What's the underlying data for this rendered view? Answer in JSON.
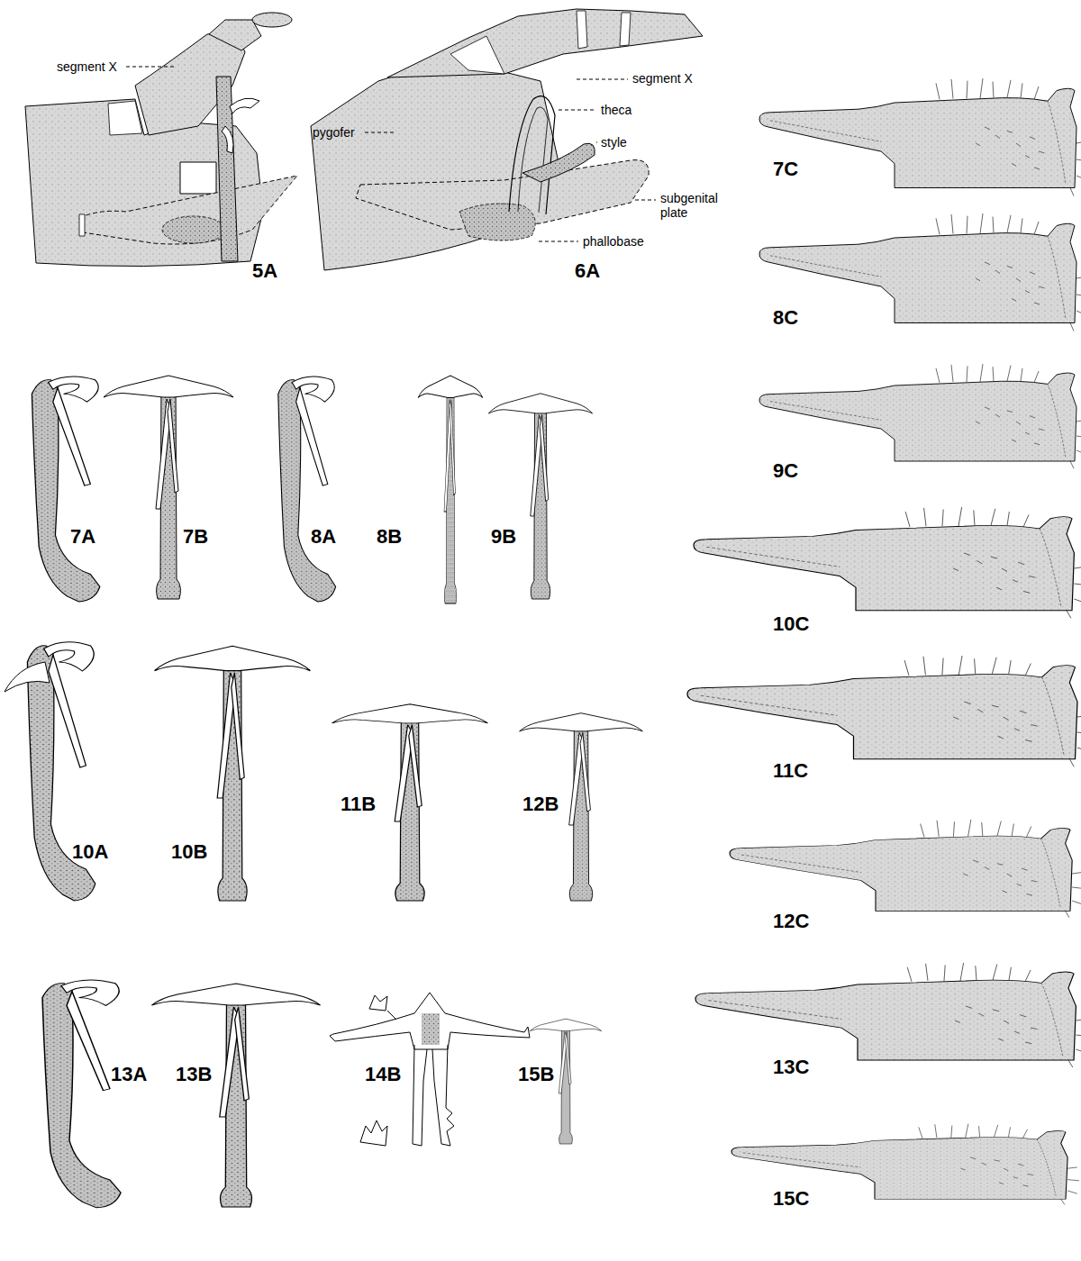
{
  "diagram": {
    "labels": [
      "segment X",
      "segment X",
      "theca",
      "pygofer",
      "style",
      "subgenital plate",
      "phallobase",
      "5A",
      "6A",
      "7C",
      "8C",
      "7A",
      "7B",
      "8A",
      "8B",
      "9B",
      "9C",
      "10C",
      "10A",
      "10B",
      "11B",
      "12B",
      "11C",
      "12C",
      "13A",
      "13B",
      "14B",
      "15B",
      "13C",
      "15C"
    ]
  }
}
